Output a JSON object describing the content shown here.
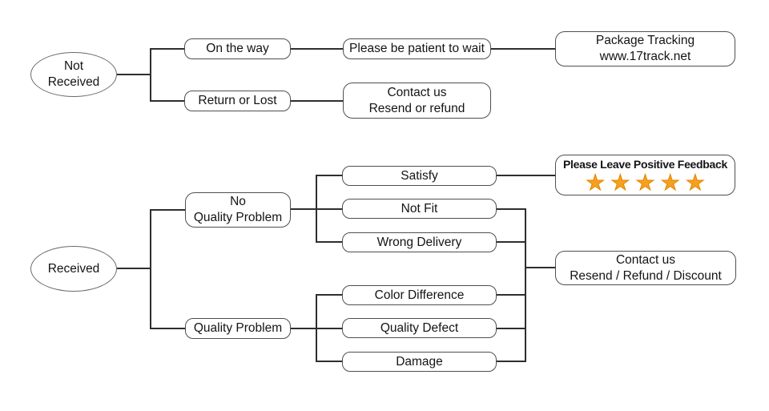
{
  "accent": {
    "star_color": "#F7A01E",
    "line_color": "#2e2e2e"
  },
  "nodes": {
    "not_received": {
      "line1": "Not",
      "line2": "Received"
    },
    "on_the_way": {
      "label": "On the way"
    },
    "be_patient": {
      "label": "Please be patient to wait"
    },
    "package_tracking": {
      "line1": "Package Tracking",
      "line2": "www.17track.net"
    },
    "return_or_lost": {
      "label": "Return or Lost"
    },
    "contact_resend_refund": {
      "line1": "Contact us",
      "line2": "Resend or refund"
    },
    "received": {
      "label": "Received"
    },
    "no_quality_problem": {
      "line1": "No",
      "line2": "Quality Problem"
    },
    "quality_problem": {
      "label": "Quality Problem"
    },
    "satisfy": {
      "label": "Satisfy"
    },
    "not_fit": {
      "label": "Not Fit"
    },
    "wrong_delivery": {
      "label": "Wrong Delivery"
    },
    "color_difference": {
      "label": "Color Difference"
    },
    "quality_defect": {
      "label": "Quality Defect"
    },
    "damage": {
      "label": "Damage"
    },
    "positive_feedback": {
      "label": "Please Leave Positive Feedback",
      "stars": "★★★★★"
    },
    "contact_discount": {
      "line1": "Contact us",
      "line2": "Resend / Refund / Discount"
    }
  }
}
